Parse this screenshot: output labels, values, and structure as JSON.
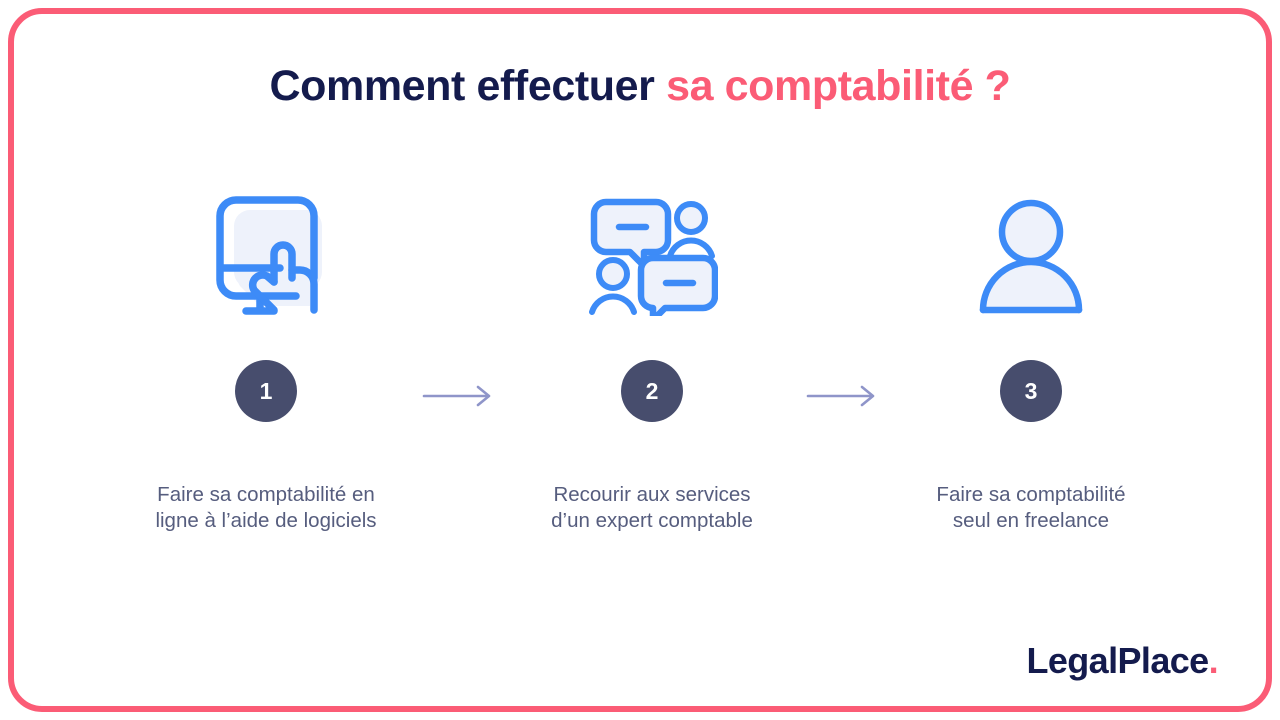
{
  "frame": {
    "border_color": "#fb5c76",
    "background_color": "#ffffff"
  },
  "title": {
    "part_dark": "Comment effectuer ",
    "part_pink": "sa comptabilité ?",
    "dark_color": "#141b4d",
    "pink_color": "#fb5c76"
  },
  "colors": {
    "icon_blue": "#3d8bf7",
    "icon_fill": "#eef2fb",
    "badge_navy": "#474d6d",
    "caption_text": "#565d7e",
    "arrow": "#8f95c9"
  },
  "steps": [
    {
      "number": "1",
      "icon": "monitor-pointing-hand-icon",
      "caption_line_1": "Faire sa comptabilité en",
      "caption_line_2": "ligne à l’aide de logiciels"
    },
    {
      "number": "2",
      "icon": "people-chat-bubbles-icon",
      "caption_line_1": "Recourir aux services",
      "caption_line_2": "d’un expert comptable"
    },
    {
      "number": "3",
      "icon": "single-person-avatar-icon",
      "caption_line_1": "Faire sa comptabilité",
      "caption_line_2": "seul en freelance"
    }
  ],
  "arrows": [
    {
      "name": "arrow-step-1-to-2"
    },
    {
      "name": "arrow-step-2-to-3"
    }
  ],
  "logo": {
    "name": "LegalPlace",
    "dot": ".",
    "text_color": "#141b4d",
    "dot_color": "#fb5c76"
  }
}
